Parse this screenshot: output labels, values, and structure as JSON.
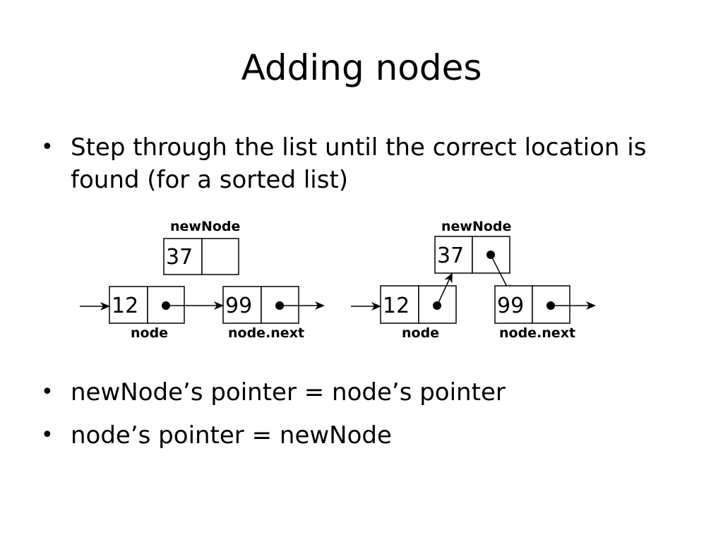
{
  "slide": {
    "title": "Adding nodes",
    "bullets": [
      "Step through the list until the correct location is found (for a sorted list)",
      "newNode’s pointer = node’s pointer",
      "node’s pointer = newNode"
    ],
    "bullet_glyph": "•"
  },
  "diagram": {
    "before": {
      "new_label": "newNode",
      "new_value": "37",
      "node_value": "12",
      "next_value": "99",
      "node_label": "node",
      "next_label": "node.next"
    },
    "after": {
      "new_label": "newNode",
      "new_value": "37",
      "node_value": "12",
      "next_value": "99",
      "node_label": "node",
      "next_label": "node.next"
    }
  }
}
